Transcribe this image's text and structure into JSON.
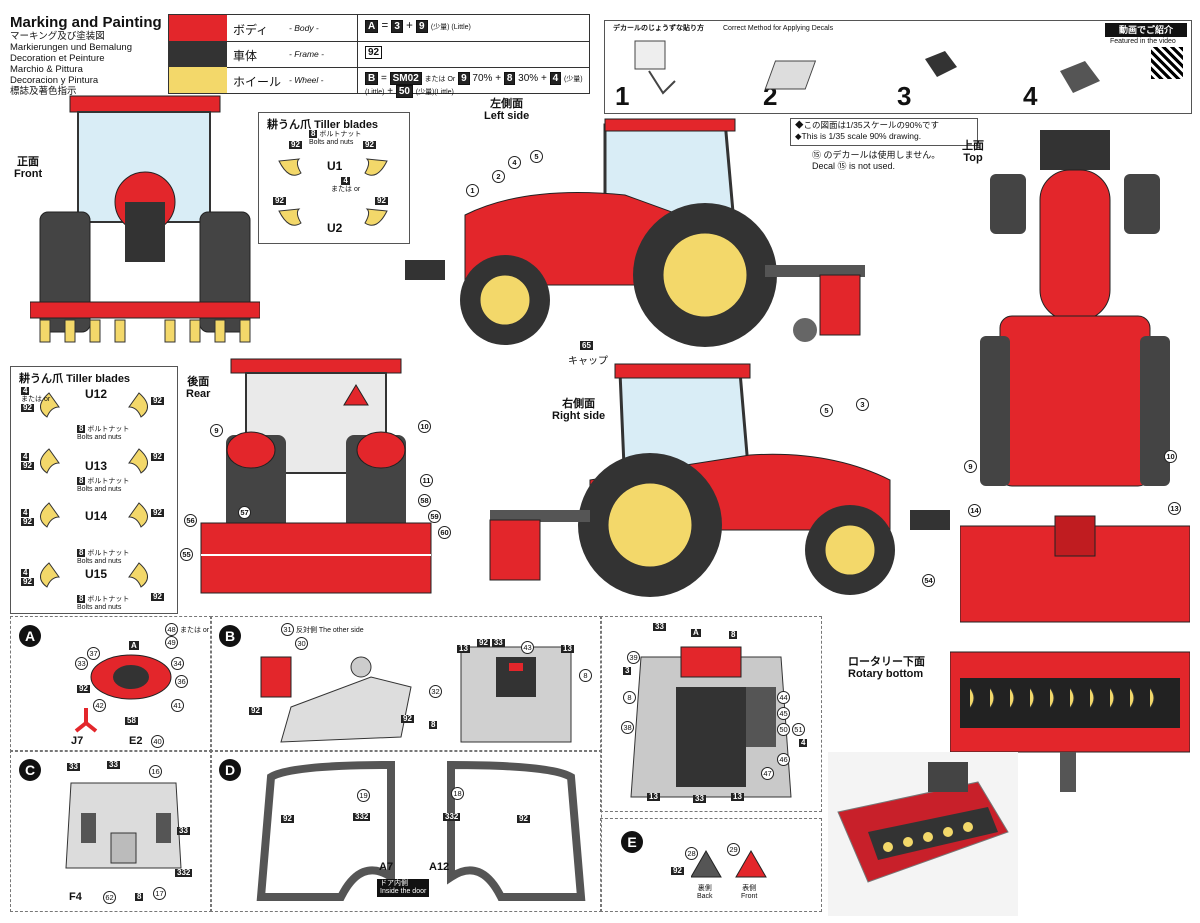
{
  "header": {
    "title": "Marking and Painting",
    "subtitle_lines": [
      "マーキング及び塗装図",
      "Markierungen und Bemalung",
      "Decoration et Peinture",
      "Marchio & Pittura",
      "Decoracion y Pintura",
      "標誌及著色指示"
    ]
  },
  "legend": {
    "rows": [
      {
        "color": "#e3262b",
        "jp": "ボディ",
        "en": "- Body -",
        "formula_parts": [
          "A",
          "=",
          "3",
          "+",
          "9"
        ],
        "note": "(少量) (Little)"
      },
      {
        "color": "#333333",
        "jp": "車体",
        "en": "- Frame -",
        "formula_parts": [
          "92"
        ],
        "note": ""
      },
      {
        "color": "#f3d86a",
        "jp": "ホイール",
        "en": "- Wheel -",
        "formula_parts": [
          "B",
          "=",
          "SM02",
          "または Or",
          "9",
          "70% +",
          "8",
          "30% +",
          "4",
          "(少量)(Little)",
          "+",
          "50",
          "(少量)(Little)"
        ],
        "note": ""
      }
    ]
  },
  "decal_method": {
    "jp_title": "デカールのじょうずな貼り方",
    "en_title": "Correct Method for Applying Decals",
    "step_numbers": [
      "1",
      "2",
      "3",
      "4"
    ],
    "video_jp": "動画でご紹介",
    "video_en": "Featured in the video"
  },
  "scale_note": {
    "jp": "◆この図面は1/35スケールの90%です",
    "en": "◆This is 1/35 scale 90% drawing."
  },
  "decal_note": {
    "jp": "⑮ のデカールは使用しません。",
    "en": "Decal ⑮ is not used."
  },
  "views": {
    "front": {
      "jp": "正面",
      "en": "Front"
    },
    "left": {
      "jp": "左側面",
      "en": "Left side"
    },
    "right": {
      "jp": "右側面",
      "en": "Right side"
    },
    "rear": {
      "jp": "後面",
      "en": "Rear"
    },
    "top": {
      "jp": "上面",
      "en": "Top"
    },
    "rotary": {
      "jp": "ロータリー下面",
      "en": "Rotary bottom"
    }
  },
  "tiller_top": {
    "title_jp": "耕うん爪",
    "title_en": "Tiller blades",
    "labels": [
      "U1",
      "U2"
    ],
    "paint": "92",
    "bolts_code": "8",
    "bolts_jp": "ボルトナット",
    "bolts_en": "Bolts and nuts",
    "or_code": "4",
    "or_text": "または or"
  },
  "tiller_left": {
    "title_jp": "耕うん爪",
    "title_en": "Tiller blades",
    "labels": [
      "U12",
      "U13",
      "U14",
      "U15"
    ],
    "paint": "92",
    "bolts_code": "8",
    "bolts_jp": "ボルトナット",
    "bolts_en": "Bolts and nuts",
    "or_code": "4",
    "or_text": "または or"
  },
  "callouts": {
    "left_side": [
      "1",
      "2",
      "4",
      "5",
      "65"
    ],
    "cap_jp": "キャップ",
    "right_side": [
      "5",
      "3"
    ],
    "rear": [
      "9",
      "10",
      "11",
      "56",
      "57",
      "55",
      "58",
      "59",
      "60"
    ],
    "top": [
      "9",
      "10",
      "14",
      "13",
      "54"
    ]
  },
  "panels": {
    "A": {
      "letter": "A",
      "codes": [
        "48",
        "37",
        "33",
        "34",
        "36",
        "92",
        "42",
        "58",
        "41",
        "40",
        "49"
      ],
      "labels": [
        "J7",
        "E2"
      ],
      "or_text": "または or"
    },
    "B": {
      "letter": "B",
      "codes": [
        "31",
        "30",
        "92",
        "33",
        "13",
        "43",
        "32",
        "8",
        "92"
      ],
      "other_side": "反対側 The other side"
    },
    "B2": {
      "codes": [
        "33",
        "8",
        "3",
        "39",
        "8",
        "38",
        "13",
        "33",
        "13",
        "44",
        "45",
        "50",
        "51",
        "4",
        "46",
        "47"
      ]
    },
    "C": {
      "letter": "C",
      "codes": [
        "33",
        "33",
        "16",
        "33",
        "62",
        "8",
        "17",
        "332"
      ],
      "label": "F4"
    },
    "D": {
      "letter": "D",
      "codes": [
        "19",
        "18",
        "332",
        "332",
        "92",
        "92"
      ],
      "labels": [
        "A7",
        "A12"
      ],
      "door_jp": "ドア内側",
      "door_en": "Inside the door"
    },
    "E": {
      "letter": "E",
      "codes": [
        "28",
        "29",
        "92"
      ],
      "back_jp": "裏側",
      "back_en": "Back",
      "front_jp": "表側",
      "front_en": "Front"
    }
  },
  "colors": {
    "red": "#e3262b",
    "frame": "#333333",
    "wheel": "#f3d86a",
    "gray": "#9a9a9a"
  }
}
